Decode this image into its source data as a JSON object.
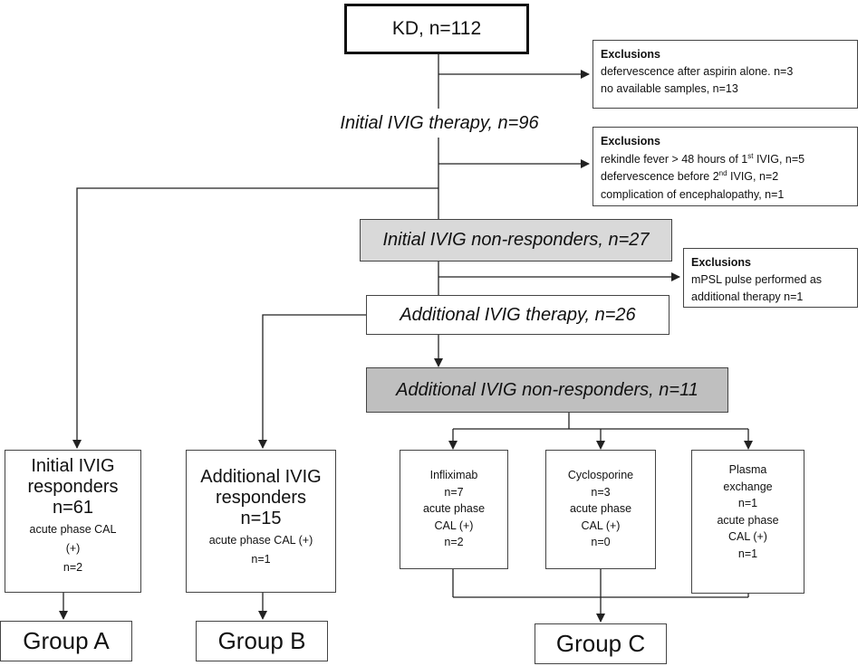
{
  "top": {
    "label": "KD, n=112"
  },
  "exclusions1": {
    "header": "Exclusions",
    "lines": [
      "defervescence after aspirin alone. n=3",
      "no available samples, n=13"
    ]
  },
  "initial_therapy": {
    "label": "Initial IVIG therapy, n=96"
  },
  "exclusions2": {
    "header": "Exclusions",
    "line1": {
      "pre": "rekindle fever > 48 hours of 1",
      "sup": "st",
      "post": " IVIG, n=5"
    },
    "line2": {
      "pre": "defervescence before 2",
      "sup": "nd",
      "post": " IVIG, n=2"
    },
    "line3": "complication of encephalopathy, n=1"
  },
  "initial_nonresponders": {
    "label": "Initial IVIG non-responders, n=27"
  },
  "exclusions3": {
    "header": "Exclusions",
    "lines": [
      "mPSL pulse performed as",
      "additional therapy n=1"
    ]
  },
  "additional_therapy": {
    "label": "Additional IVIG therapy, n=26"
  },
  "additional_nonresponders": {
    "label": "Additional IVIG non-responders, n=11"
  },
  "responders_initial": {
    "lines": [
      "Initial IVIG",
      "responders",
      "n=61"
    ],
    "sub": [
      "acute phase CAL",
      "(+)",
      "n=2"
    ]
  },
  "responders_additional": {
    "lines": [
      "Additional IVIG",
      "responders",
      "n=15"
    ],
    "sub": [
      "acute phase CAL (+)",
      "n=1"
    ]
  },
  "treatments": [
    {
      "lines": [
        "Infliximab",
        "n=7",
        "acute phase",
        "CAL (+)",
        "n=2"
      ]
    },
    {
      "lines": [
        "Cyclosporine",
        "n=3",
        "acute phase",
        "CAL (+)",
        "n=0"
      ]
    },
    {
      "lines": [
        "Plasma",
        "exchange",
        "n=1",
        "acute phase",
        "CAL (+)",
        "n=1"
      ]
    }
  ],
  "groups": [
    "Group A",
    "Group B",
    "Group C"
  ]
}
